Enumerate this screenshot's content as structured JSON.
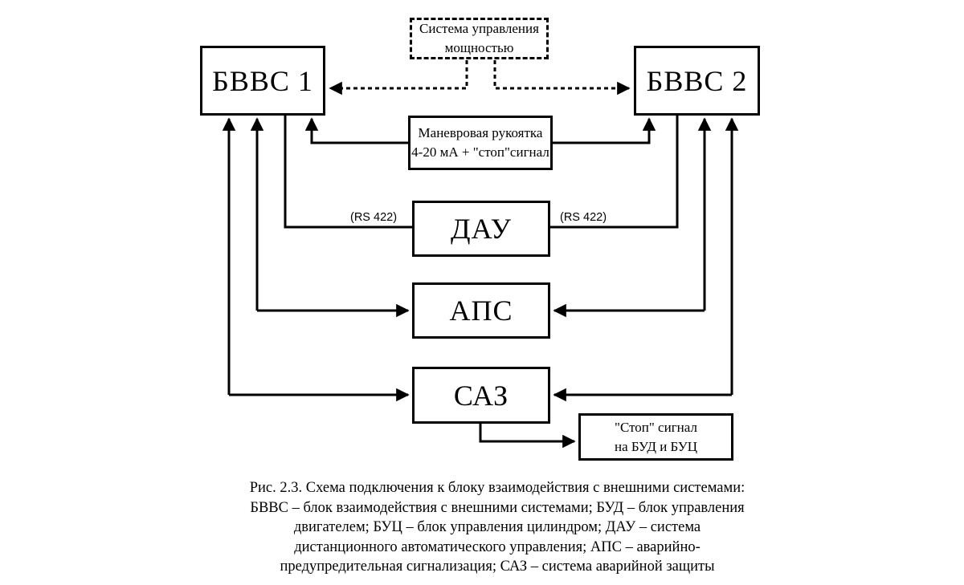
{
  "diagram": {
    "power_system": {
      "line1": "Система управления",
      "line2": "мощностью"
    },
    "bvvs1": {
      "label": "БВВС 1"
    },
    "bvvs2": {
      "label": "БВВС 2"
    },
    "manevr": {
      "line1": "Маневровая рукоятка",
      "line2": "4-20 мА + \"стоп\"сигнал"
    },
    "dau": {
      "label": "ДАУ"
    },
    "aps": {
      "label": "АПС"
    },
    "saz": {
      "label": "САЗ"
    },
    "stop_signal": {
      "line1": "\"Стоп\" сигнал",
      "line2": "на БУД и БУЦ"
    },
    "rs422_left": "(RS 422)",
    "rs422_right": "(RS 422)"
  },
  "caption": {
    "line1": "Рис. 2.3. Схема подключения к блоку взаимодействия с внешними системами:",
    "line2": "БВВС – блок взаимодействия с внешними системами; БУД – блок управления",
    "line3": "двигателем; БУЦ – блок управления цилиндром; ДАУ – система",
    "line4": "дистанционного автоматического управления; АПС – аварийно-",
    "line5": "предупредительная сигнализация; САЗ – система аварийной защиты"
  },
  "colors": {
    "line": "#000000",
    "background": "#ffffff",
    "text": "#000000"
  }
}
